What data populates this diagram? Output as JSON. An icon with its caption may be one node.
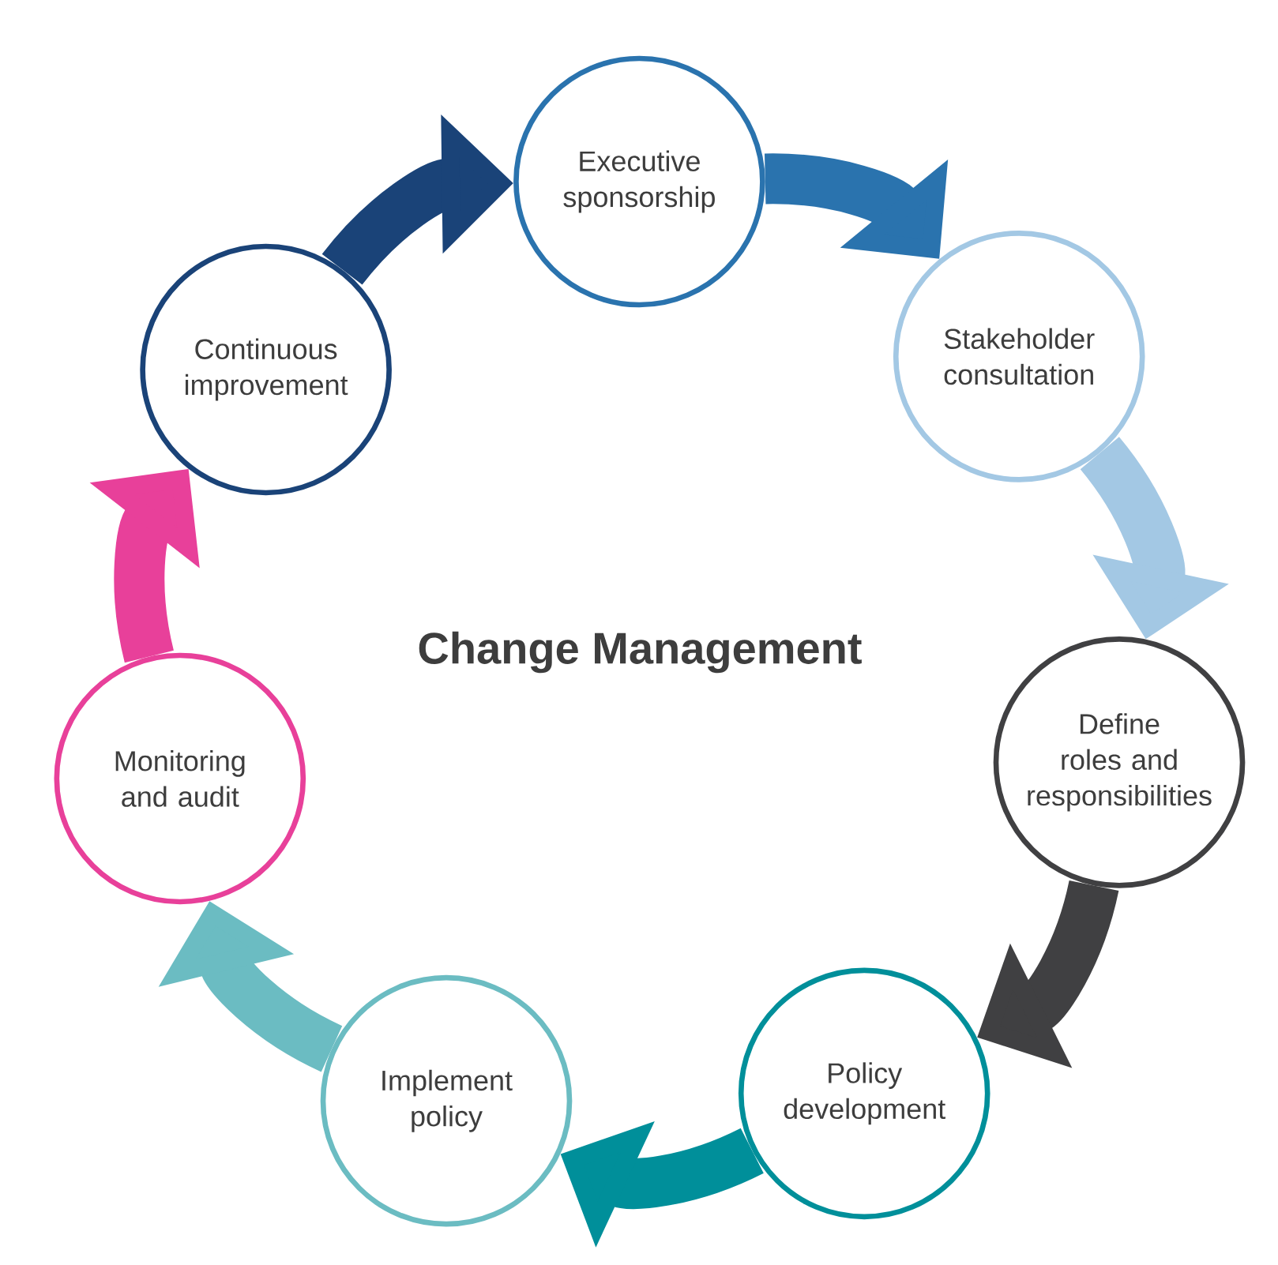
{
  "diagram": {
    "title": "Change Management",
    "nodes": [
      {
        "text": [
          "Executive sponsorship"
        ]
      },
      {
        "text": [
          "Stakeholder consultation"
        ]
      },
      {
        "text": [
          "Define roles and responsibilities"
        ]
      },
      {
        "text": [
          "Policy development"
        ]
      },
      {
        "text": [
          "Implement policy"
        ]
      },
      {
        "text": [
          "Monitoring and audit"
        ]
      },
      {
        "text": [
          "Continuous improvement"
        ]
      }
    ],
    "edges": [
      {
        "from": 0,
        "to": 1,
        "arrow": "to",
        "color": "#2a73ae"
      },
      {
        "from": 1,
        "to": 2,
        "arrow": "to",
        "color": "#a3c8e4"
      },
      {
        "from": 2,
        "to": 3,
        "arrow": "to",
        "color": "#404042"
      },
      {
        "from": 3,
        "to": 4,
        "arrow": "to",
        "color": "#008f9a"
      },
      {
        "from": 4,
        "to": 5,
        "arrow": "to",
        "color": "#6bbcc2"
      },
      {
        "from": 5,
        "to": 6,
        "arrow": "to",
        "color": "#e8409a"
      },
      {
        "from": 6,
        "to": 0,
        "arrow": "to",
        "color": "#1a4378"
      }
    ]
  }
}
